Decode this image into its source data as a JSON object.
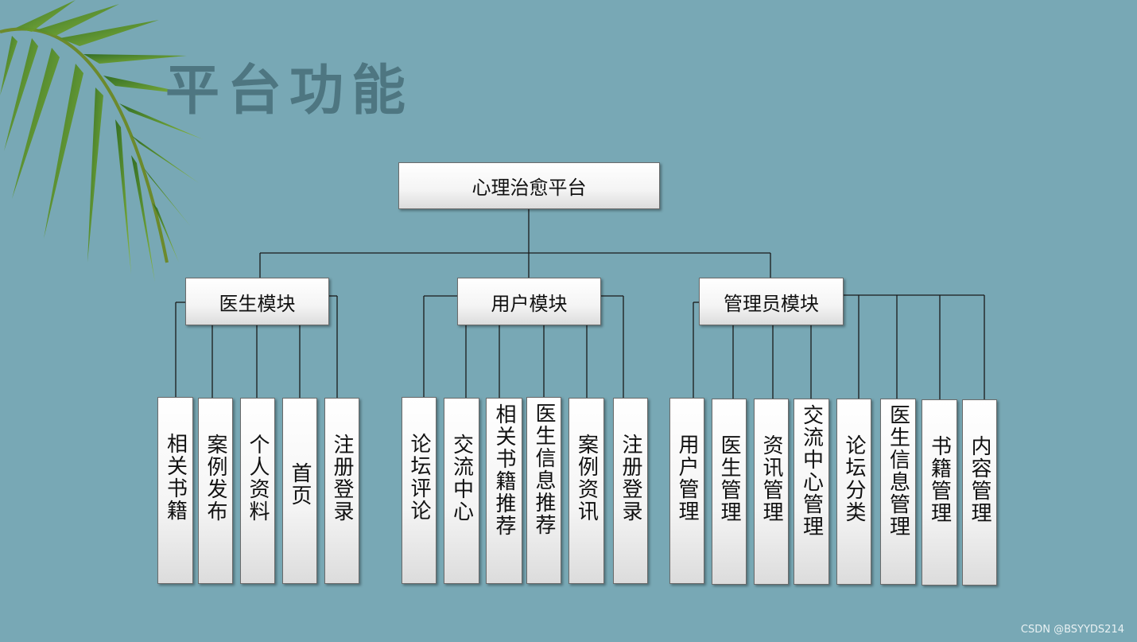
{
  "title": "平台功能",
  "root": "心理治愈平台",
  "modules": [
    {
      "label": "医生模块",
      "children": [
        "相关书籍",
        "案例发布",
        "个人资料",
        "首页",
        "注册登录"
      ]
    },
    {
      "label": "用户模块",
      "children": [
        "论坛评论",
        "交流中心",
        "相关书籍推荐",
        "医生信息推荐",
        "案例资讯",
        "注册登录"
      ]
    },
    {
      "label": "管理员模块",
      "children": [
        "用户管理",
        "医生管理",
        "资讯管理",
        "交流中心管理",
        "论坛分类",
        "医生信息管理",
        "书籍管理",
        "内容管理"
      ]
    }
  ],
  "watermark": "CSDN @BSYYDS214",
  "colors": {
    "background": "#78a8b5",
    "title": "#4e7681",
    "line": "#1a1a1a"
  },
  "decoration": "palm-leaf"
}
